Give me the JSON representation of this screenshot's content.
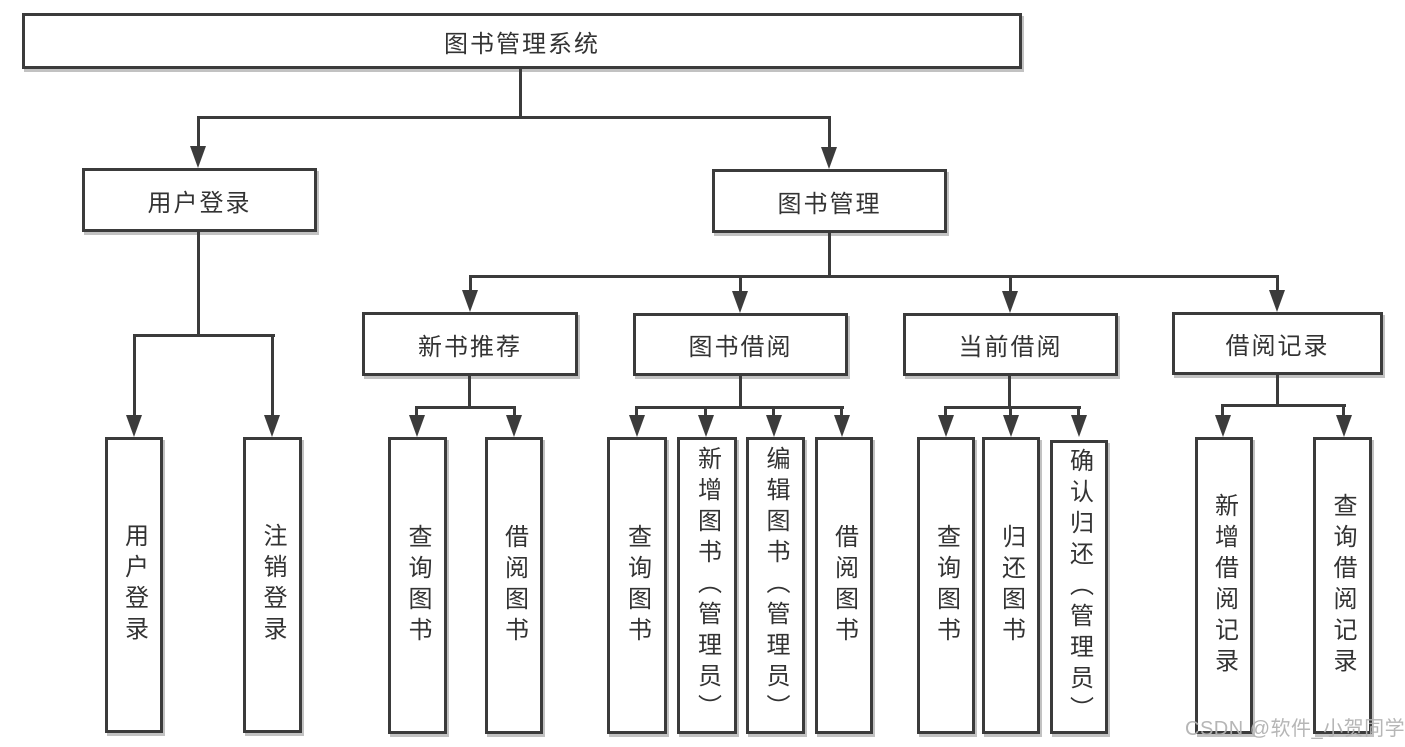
{
  "tree": {
    "label": "图书管理系统",
    "children": [
      {
        "label": "用户登录",
        "children": [
          {
            "label": "用户登录"
          },
          {
            "label": "注销登录"
          }
        ]
      },
      {
        "label": "图书管理",
        "children": [
          {
            "label": "新书推荐",
            "children": [
              {
                "label": "查询图书"
              },
              {
                "label": "借阅图书"
              }
            ]
          },
          {
            "label": "图书借阅",
            "children": [
              {
                "label": "查询图书"
              },
              {
                "label": "新增图书（管理员）"
              },
              {
                "label": "编辑图书（管理员）"
              },
              {
                "label": "借阅图书"
              }
            ]
          },
          {
            "label": "当前借阅",
            "children": [
              {
                "label": "查询图书"
              },
              {
                "label": "归还图书"
              },
              {
                "label": "确认归还（管理员）"
              }
            ]
          },
          {
            "label": "借阅记录",
            "children": [
              {
                "label": "新增借阅记录"
              },
              {
                "label": "查询借阅记录"
              }
            ]
          }
        ]
      }
    ]
  },
  "watermark": {
    "text": "CSDN @软件_小贺同学"
  },
  "colors": {
    "line": "#3b3b3b",
    "text": "#333333",
    "watermark": "#b2b2b2",
    "background": "#ffffff"
  }
}
